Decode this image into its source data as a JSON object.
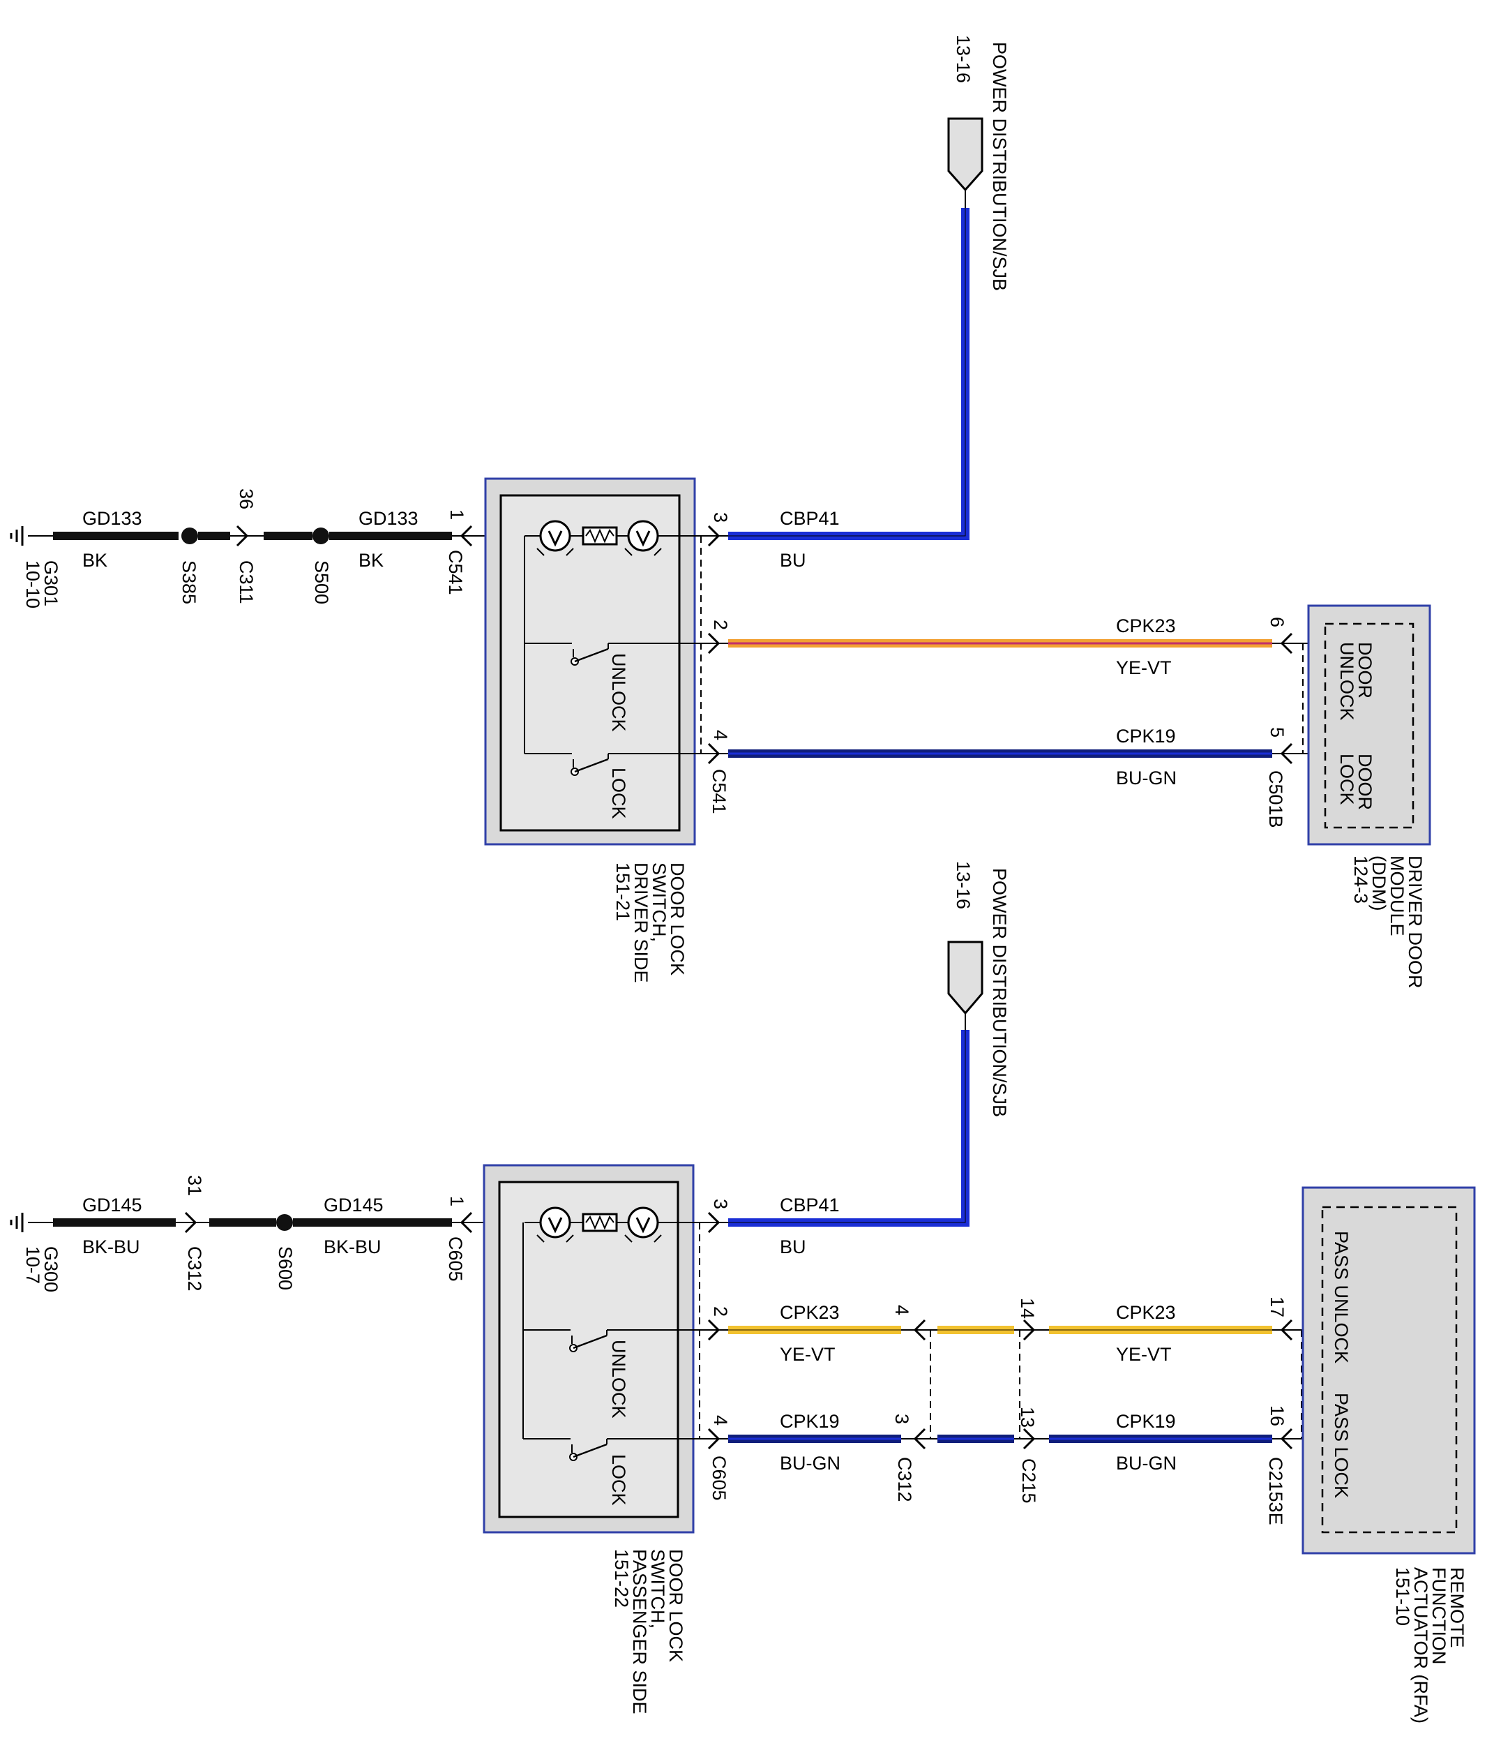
{
  "colors": {
    "BK": "#111111",
    "BU": "#1a2ed6",
    "BU-GN": "#101e7a",
    "YE-VT": "#f2c230",
    "YE-VT-stripe": "#c0306a",
    "module_border": "#3040a8",
    "module_fill": "#d9d9d9"
  },
  "top": {
    "power_source": {
      "title": "POWER DISTRIBUTION/SJB",
      "ref": "13-16"
    },
    "ground": {
      "id": "G301",
      "ref": "10-10"
    },
    "gnd_wire_1": {
      "circuit": "GD133",
      "color": "BK"
    },
    "gnd_wire_2": {
      "circuit": "GD133",
      "color": "BK"
    },
    "splice_1": "S385",
    "inline_connector": {
      "id": "C311",
      "pin": "36"
    },
    "splice_2": "S500",
    "switch_connector": "C541",
    "switch_pins": {
      "ground": "1",
      "power": "3",
      "unlock": "2",
      "lock": "4"
    },
    "power_wire": {
      "circuit": "CBP41",
      "color": "BU"
    },
    "unlock_wire": {
      "circuit": "CPK23",
      "color": "YE-VT"
    },
    "lock_wire": {
      "circuit": "CPK19",
      "color": "BU-GN"
    },
    "switch": {
      "label_lines": [
        "DOOR LOCK",
        "SWITCH,",
        "DRIVER SIDE",
        "151-21"
      ],
      "unlock": "UNLOCK",
      "lock": "LOCK"
    },
    "module": {
      "label_lines": [
        "DRIVER DOOR",
        "MODULE",
        "(DDM)",
        "124-3"
      ],
      "connector": "C501B",
      "pin_unlock": "6",
      "pin_lock": "5",
      "unlock_lines": [
        "DOOR",
        "UNLOCK"
      ],
      "lock_lines": [
        "DOOR",
        "LOCK"
      ]
    }
  },
  "bottom": {
    "power_source": {
      "title": "POWER DISTRIBUTION/SJB",
      "ref": "13-16"
    },
    "ground": {
      "id": "G300",
      "ref": "10-7"
    },
    "gnd_wire_1": {
      "circuit": "GD145",
      "color": "BK-BU"
    },
    "gnd_wire_2": {
      "circuit": "GD145",
      "color": "BK-BU"
    },
    "inline_connector": {
      "id": "C312",
      "pin": "31"
    },
    "splice": "S600",
    "switch_connector": "C605",
    "switch_pins": {
      "ground": "1",
      "power": "3",
      "unlock": "2",
      "lock": "4"
    },
    "power_wire": {
      "circuit": "CBP41",
      "color": "BU"
    },
    "unlock_wire_1": {
      "circuit": "CPK23",
      "color": "YE-VT"
    },
    "lock_wire_1": {
      "circuit": "CPK19",
      "color": "BU-GN"
    },
    "unlock_wire_2": {
      "circuit": "CPK23",
      "color": "YE-VT"
    },
    "lock_wire_2": {
      "circuit": "CPK19",
      "color": "BU-GN"
    },
    "connector_c312": {
      "id": "C312",
      "pin_unlock": "4",
      "pin_lock": "3"
    },
    "connector_c215": {
      "id": "C215",
      "pin_unlock": "14",
      "pin_lock": "13"
    },
    "switch": {
      "label_lines": [
        "DOOR LOCK",
        "SWITCH,",
        "PASSENGER SIDE",
        "151-22"
      ],
      "unlock": "UNLOCK",
      "lock": "LOCK"
    },
    "module": {
      "label_lines": [
        "REMOTE",
        "FUNCTION",
        "ACTUATOR (RFA)",
        "151-10"
      ],
      "connector": "C2153E",
      "pin_unlock": "17",
      "pin_lock": "16",
      "unlock": "PASS UNLOCK",
      "lock": "PASS LOCK"
    }
  }
}
